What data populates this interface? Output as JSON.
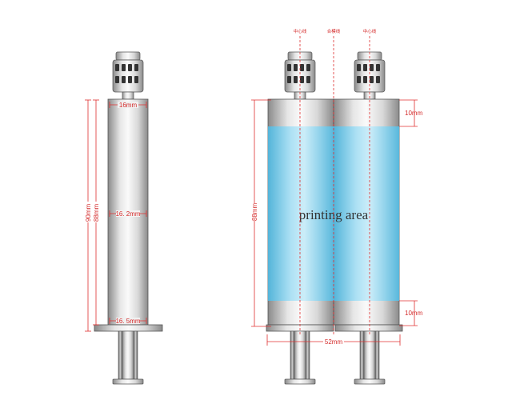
{
  "colors": {
    "dimension": "#e03030",
    "print_area": "#7fd0ee",
    "barrel_light": "#f2f2f2",
    "barrel_dark": "#8f8f8f",
    "outline": "#5a5a5a"
  },
  "single_view": {
    "top_width": "16mm",
    "mid_width": "16. 2mm",
    "bottom_width": "16. 5mm",
    "total_height": "90mm",
    "barrel_height": "88mm"
  },
  "double_view": {
    "center_line_left": "中心线",
    "mold_line": "合模线",
    "center_line_right": "中心线",
    "height": "88mm",
    "top_margin": "10mm",
    "bottom_margin": "10mm",
    "total_width": "52mm",
    "print_area_label": "printing area"
  }
}
